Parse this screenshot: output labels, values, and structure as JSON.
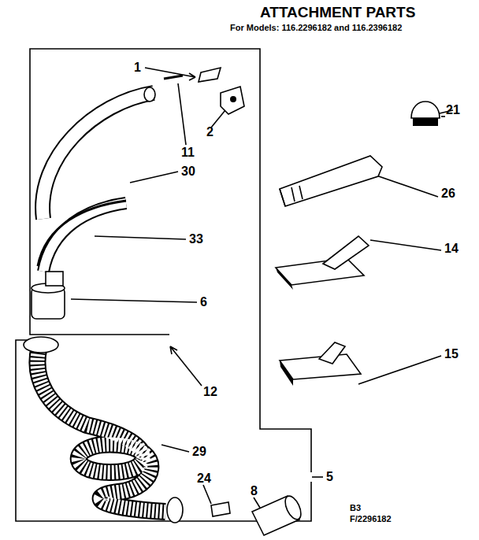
{
  "diagram": {
    "title": "ATTACHMENT PARTS",
    "labels": [
      "For Models: 116.2296182 and 116.2396182",
      "1",
      "11",
      "2",
      "30",
      "33",
      "6",
      "12",
      "29",
      "24",
      "8",
      "5",
      "21",
      "26",
      "14",
      "15",
      "B3",
      "F/2296182"
    ]
  }
}
